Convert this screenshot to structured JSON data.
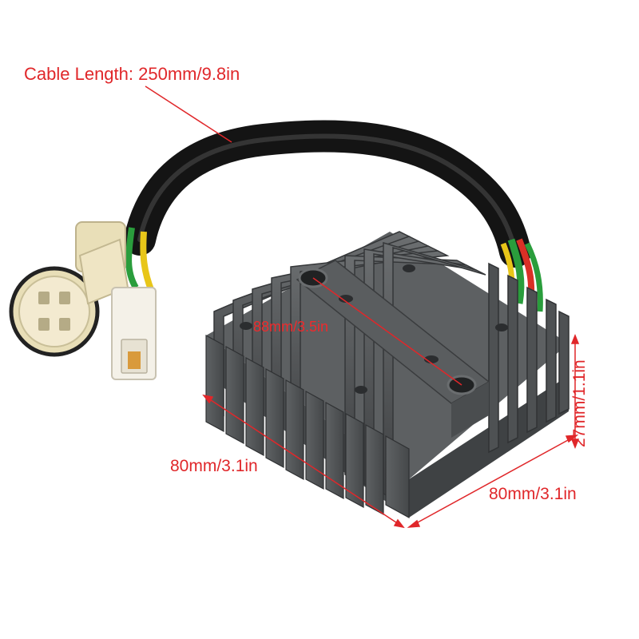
{
  "labels": {
    "cable_length": "Cable Length: 250mm/9.8in",
    "diagonal": "88mm/3.5in",
    "width_left": "80mm/3.1in",
    "width_right": "80mm/3.1in",
    "height": "27mm/1.1in"
  },
  "colors": {
    "annotation": "#e0272a",
    "regulator_body": "#55585a",
    "cable_sheath": "#1c1c1c",
    "connector": "#f1e7c2",
    "wire_green": "#2a9d3c",
    "wire_red": "#d93026",
    "wire_yellow": "#e8c619"
  }
}
